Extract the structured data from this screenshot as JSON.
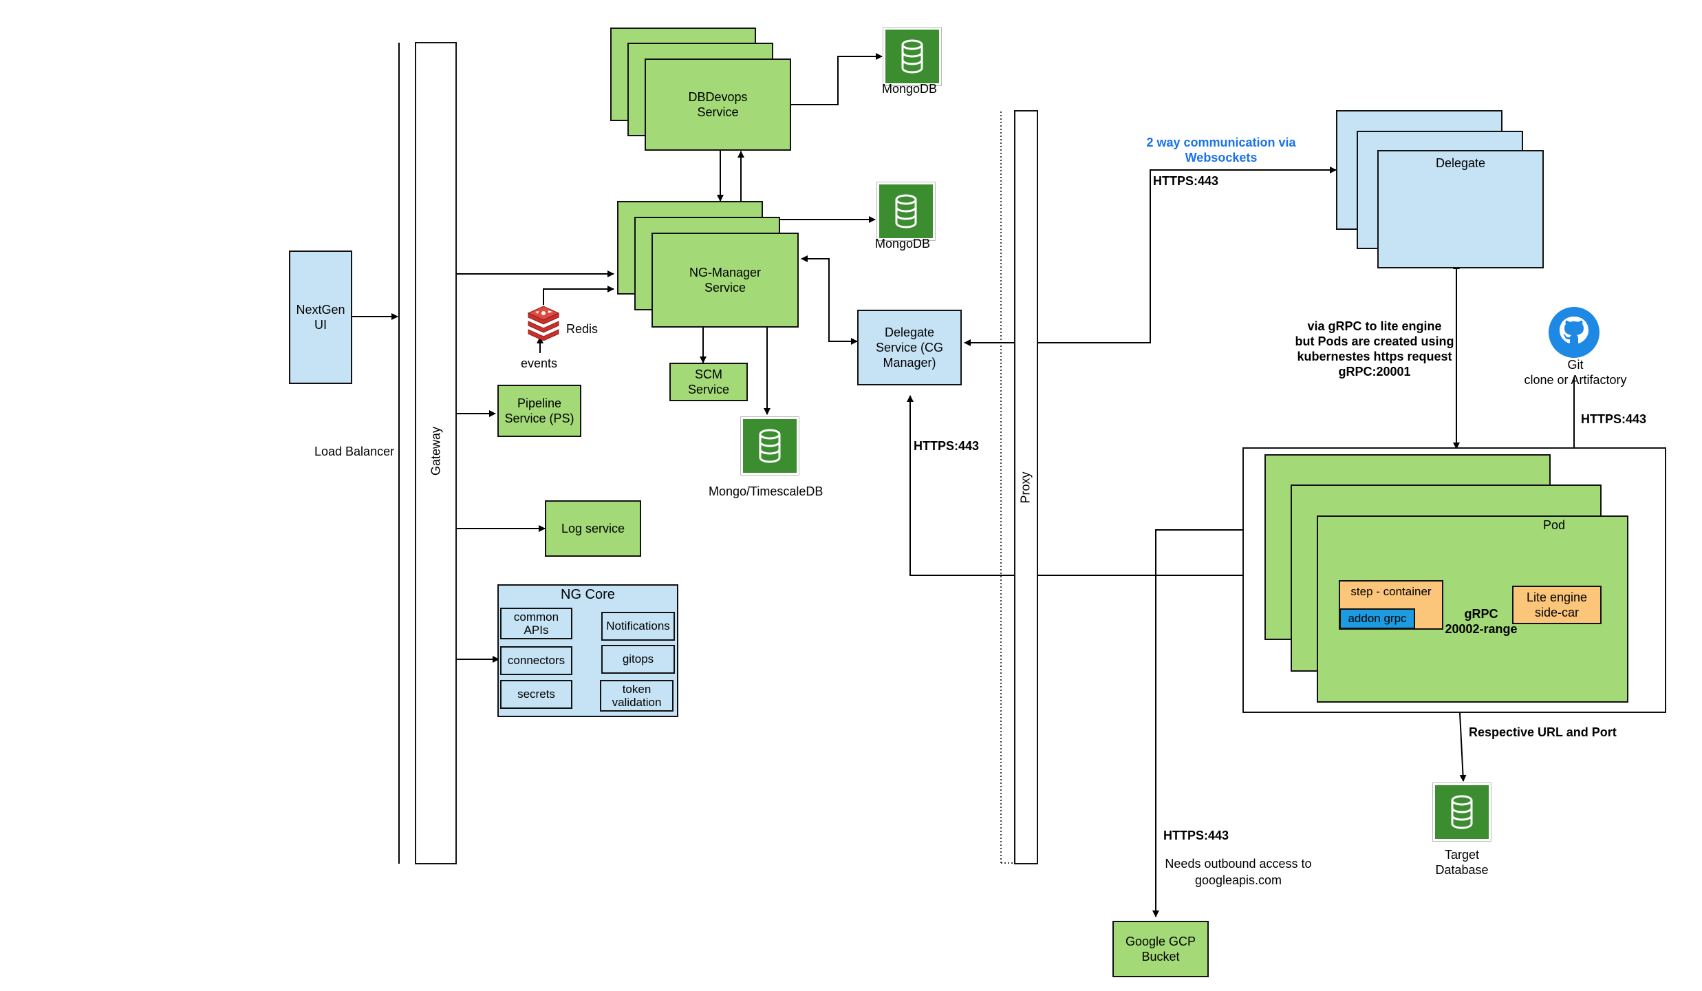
{
  "labels": {
    "nextgen_ui": "NextGen\nUI",
    "load_balancer": "Load Balancer",
    "gateway": "Gateway",
    "proxy": "Proxy",
    "dbdevops": "DBDevops\nService",
    "mongodb_top": "MongoDB",
    "ng_manager": "NG-Manager\nService",
    "mongodb_mid": "MongoDB",
    "redis": "Redis",
    "events": "events",
    "pipeline": "Pipeline\nService (PS)",
    "scm": "SCM\nService",
    "mongo_timescale": "Mongo/TimescaleDB",
    "log_service": "Log service",
    "ng_core": "NG Core",
    "common_apis": "common\nAPIs",
    "notifications": "Notifications",
    "connectors": "connectors",
    "gitops": "gitops",
    "secrets": "secrets",
    "token_validation": "token\nvalidation",
    "delegate_service": "Delegate\nService (CG\nManager)",
    "https_delegate_service": "HTTPS:443",
    "two_way": "2 way communication via\nWebsockets",
    "https_delegate": "HTTPS:443",
    "delegate": "Delegate",
    "grpc_note": "via gRPC to lite engine\nbut Pods are created using\nkubernestes https request\ngRPC:20001",
    "git": "Git\nclone or Artifactory",
    "https_git": "HTTPS:443",
    "pod": "Pod",
    "step_container": "step - container",
    "addon_grpc": "addon grpc",
    "grpc_range": "gRPC\n20002-range",
    "lite_engine": "Lite engine\nside-car",
    "respective_url": "Respective URL and Port",
    "target_db": "Target\nDatabase",
    "https_gcp": "HTTPS:443",
    "outbound": "Needs outbound access to\ngoogleapis.com",
    "gcp_bucket": "Google GCP\nBucket"
  },
  "icons": {
    "database": "database-icon",
    "redis": "redis-icon",
    "github": "github-octocat-icon"
  },
  "colors": {
    "service_green": "#a3d977",
    "external_blue": "#c6e3f5",
    "pod_orange": "#fbc57a",
    "addon_blue": "#1c9be0",
    "db_green": "#3c8d2f",
    "redis_red": "#c9302c",
    "github_blue": "#1e88e5",
    "websocket_text_blue": "#1a73e8"
  }
}
